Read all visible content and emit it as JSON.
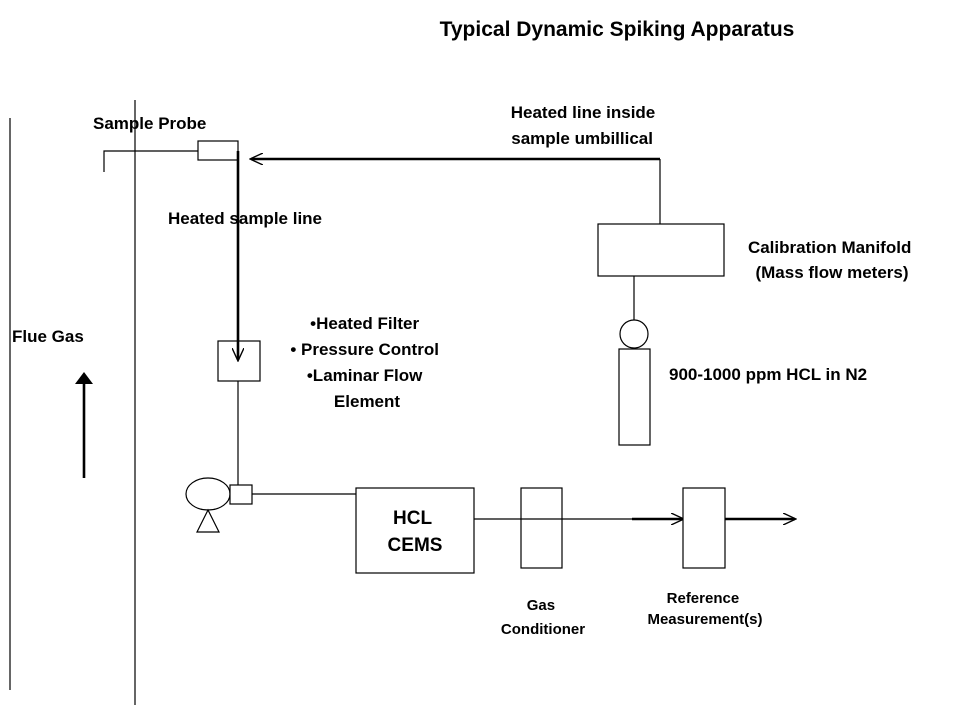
{
  "title": "Typical Dynamic Spiking Apparatus",
  "labels": {
    "sample_probe": "Sample Probe",
    "heated_line_umbilical": [
      "Heated  line inside",
      "sample umbillical"
    ],
    "heated_sample_line": "Heated sample line",
    "calibration_manifold": [
      "Calibration Manifold",
      "(Mass flow meters)"
    ],
    "flue_gas": "Flue Gas",
    "filter_block": [
      "•Heated Filter",
      "• Pressure Control",
      "•Laminar Flow",
      "Element"
    ],
    "cylinder_gas": "900-1000 ppm HCL in N2",
    "hcl_cems": [
      "HCL",
      "CEMS"
    ],
    "gas_conditioner": [
      "Gas",
      "Conditioner"
    ],
    "reference_measurement": [
      "Reference",
      "Measurement(s)"
    ]
  }
}
